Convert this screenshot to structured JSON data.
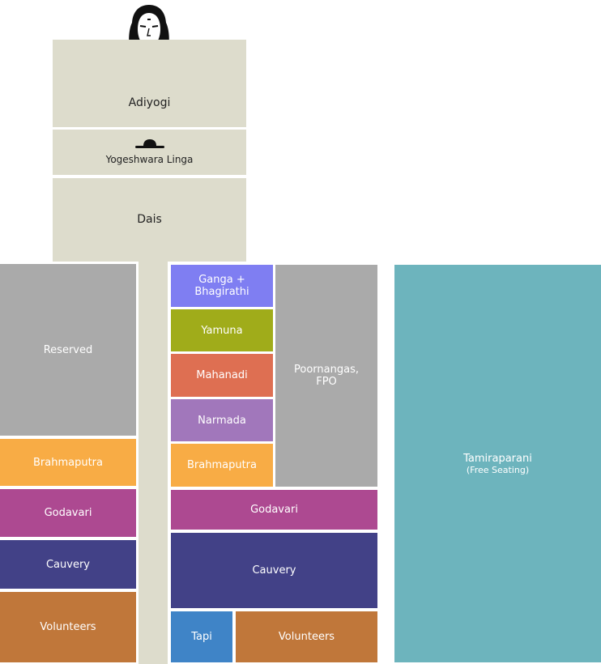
{
  "colors": {
    "stage": "#dddccc",
    "reserved": "#aaaaaa",
    "ganga": "#7f7ef2",
    "yamuna": "#a0ac1a",
    "mahanadi": "#de6f52",
    "narmada": "#a177bb",
    "brahmaputra": "#f8ac45",
    "godavari": "#ad4991",
    "cauvery": "#424187",
    "volunteers": "#c0773a",
    "tapi": "#3f84c7",
    "tamiraparani": "#6db4bd"
  },
  "stage": {
    "adiyogi": "Adiyogi",
    "linga": "Yogeshwara Linga",
    "dais": "Dais"
  },
  "left_column": {
    "reserved": "Reserved",
    "brahmaputra": "Brahmaputra",
    "godavari": "Godavari",
    "cauvery": "Cauvery",
    "volunteers": "Volunteers"
  },
  "middle_column": {
    "ganga": "Ganga +\nBhagirathi",
    "yamuna": "Yamuna",
    "mahanadi": "Mahanadi",
    "narmada": "Narmada",
    "brahmaputra": "Brahmaputra",
    "poornangas": "Poornangas,\nFPO",
    "godavari": "Godavari",
    "cauvery": "Cauvery",
    "tapi": "Tapi",
    "volunteers": "Volunteers"
  },
  "right_column": {
    "tamiraparani": "Tamiraparani",
    "tamiraparani_sub": "(Free Seating)"
  }
}
